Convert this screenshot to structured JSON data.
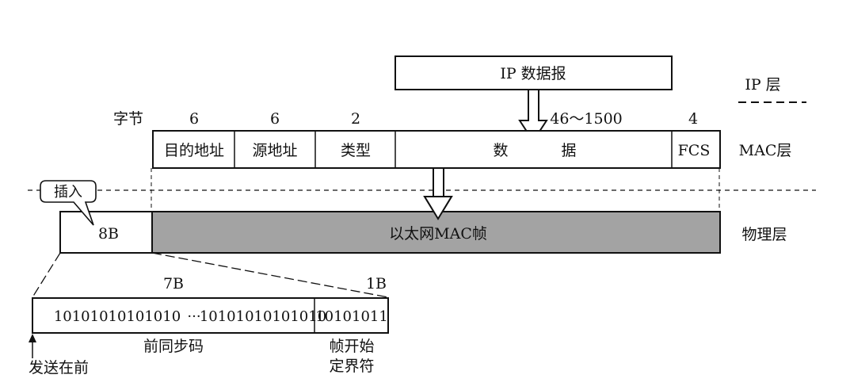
{
  "ip_layer": {
    "datagram_label": "IP 数据报",
    "layer_label": "IP 层"
  },
  "mac_layer": {
    "bytes_label": "字节",
    "field_sizes": [
      "6",
      "6",
      "2",
      "46～1500",
      "4"
    ],
    "fields": [
      "目的地址",
      "源地址",
      "类型",
      "数",
      "据",
      "FCS"
    ],
    "layer_label": "MAC层"
  },
  "physical_layer": {
    "insert_label": "插入",
    "preamble_size": "8B",
    "frame_label": "以太网MAC帧",
    "layer_label": "物理层"
  },
  "preamble_detail": {
    "preamble_size": "7B",
    "sfd_size": "1B",
    "bits_left": "10101010101010",
    "ellipsis": "···",
    "bits_right": "10101010101010",
    "sfd_bits": "10101011",
    "preamble_label": "前同步码",
    "sfd_label_line1": "帧开始",
    "sfd_label_line2": "定界符",
    "send_first_label": "发送在前"
  },
  "colors": {
    "frame_fill": "#a3a3a3",
    "line": "#111111"
  }
}
